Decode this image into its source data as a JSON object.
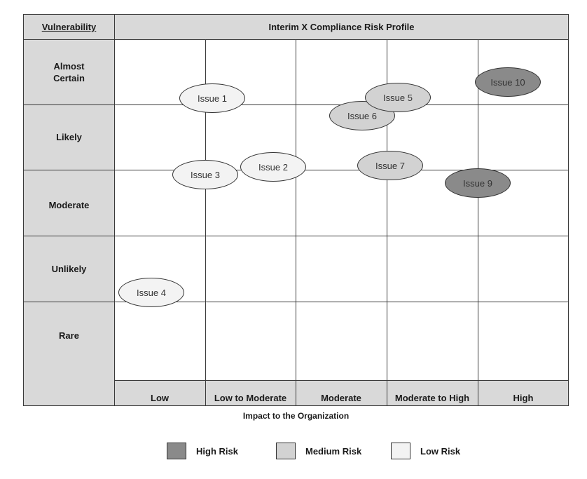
{
  "header": {
    "vulnerability_label": "Vulnerability",
    "title": "Interim X Compliance Risk Profile"
  },
  "rows": [
    "Almost\nCertain",
    "Likely",
    "Moderate",
    "Unlikely",
    "Rare"
  ],
  "columns": [
    "Low",
    "Low to Moderate",
    "Moderate",
    "Moderate to High",
    "High"
  ],
  "x_axis_title": "Impact to the Organization",
  "colors": {
    "high": "#8a8a8a",
    "medium": "#d2d2d2",
    "low": "#f3f3f3",
    "border": "#3a3a3a",
    "header_bg": "#d9d9d9"
  },
  "issues": [
    {
      "label": "Issue 1",
      "risk": "low"
    },
    {
      "label": "Issue 2",
      "risk": "low"
    },
    {
      "label": "Issue 3",
      "risk": "low"
    },
    {
      "label": "Issue 4",
      "risk": "low"
    },
    {
      "label": "Issue 5",
      "risk": "medium"
    },
    {
      "label": "Issue 6",
      "risk": "medium"
    },
    {
      "label": "Issue 7",
      "risk": "medium"
    },
    {
      "label": "Issue 9",
      "risk": "high"
    },
    {
      "label": "Issue 10",
      "risk": "high"
    }
  ],
  "legend": [
    {
      "label": "High Risk",
      "risk": "high"
    },
    {
      "label": "Medium Risk",
      "risk": "medium"
    },
    {
      "label": "Low Risk",
      "risk": "low"
    }
  ]
}
